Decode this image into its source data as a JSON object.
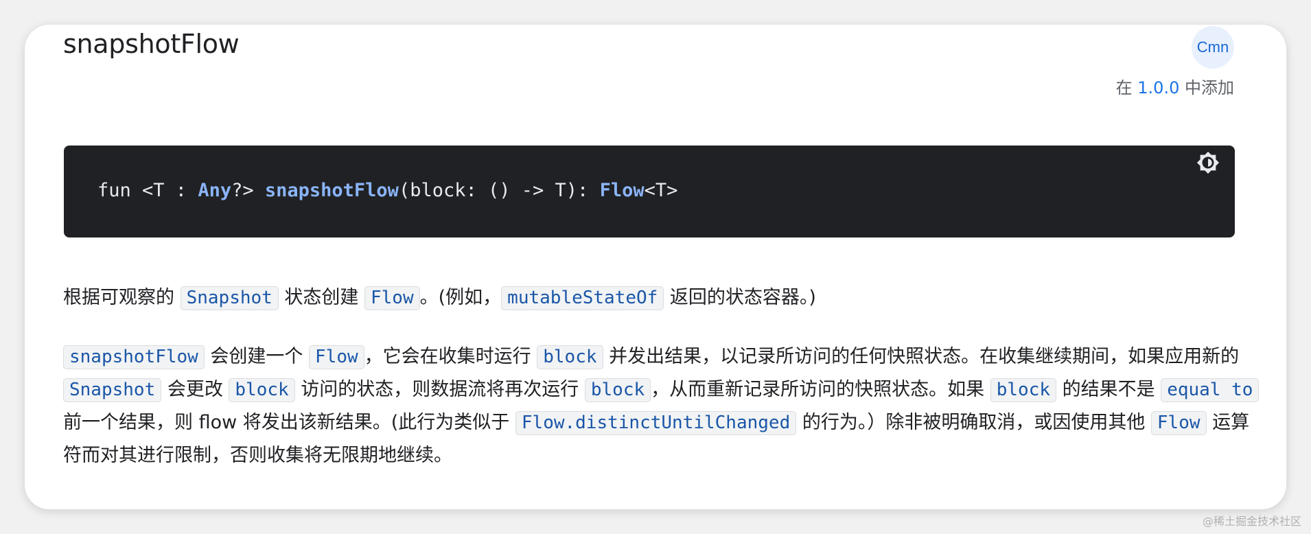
{
  "header": {
    "title": "snapshotFlow",
    "badge": "Cmn",
    "added_prefix": "在 ",
    "added_version": "1.0.0",
    "added_suffix": " 中添加"
  },
  "code": {
    "part1": "fun <T : ",
    "kw_any": "Any",
    "part2": "?> ",
    "kw_fn": "snapshotFlow",
    "part3": "(block: () -> T): ",
    "kw_flow": "Flow",
    "part4": "<T>",
    "theme_toggle_icon": "dark-mode-toggle-icon"
  },
  "para1": {
    "t1": "根据可观察的 ",
    "c1": "Snapshot",
    "t2": " 状态创建 ",
    "c2": "Flow",
    "t3": "。(例如，",
    "c3": "mutableStateOf",
    "t4": " 返回的状态容器。)"
  },
  "para2": {
    "c1": "snapshotFlow",
    "t1": " 会创建一个 ",
    "c2": "Flow",
    "t2": "，它会在收集时运行 ",
    "c3": "block",
    "t3": " 并发出结果，以记录所访问的任何快照状态。在收集继续期间，如果应用新的 ",
    "c4": "Snapshot",
    "t4": " 会更改 ",
    "c5": "block",
    "t5": " 访问的状态，则数据流将再次运行 ",
    "c6": "block",
    "t6": "，从而重新记录所访问的快照状态。如果 ",
    "c7": "block",
    "t7": " 的结果不是 ",
    "c8": "equal to",
    "t8": " 前一个结果，则 flow 将发出该新结果。(此行为类似于 ",
    "c9": "Flow.distinctUntilChanged",
    "t9": " 的行为。）除非被明确取消，或因使用其他 ",
    "c10": "Flow",
    "t10": " 运算符而对其进行限制，否则收集将无限期地继续。"
  },
  "watermark": "@稀土掘金技术社区",
  "colors": {
    "code_bg": "#202124",
    "keyword": "#8ab4f8",
    "inline_code": "#1a56a8",
    "link": "#1a73e8"
  }
}
